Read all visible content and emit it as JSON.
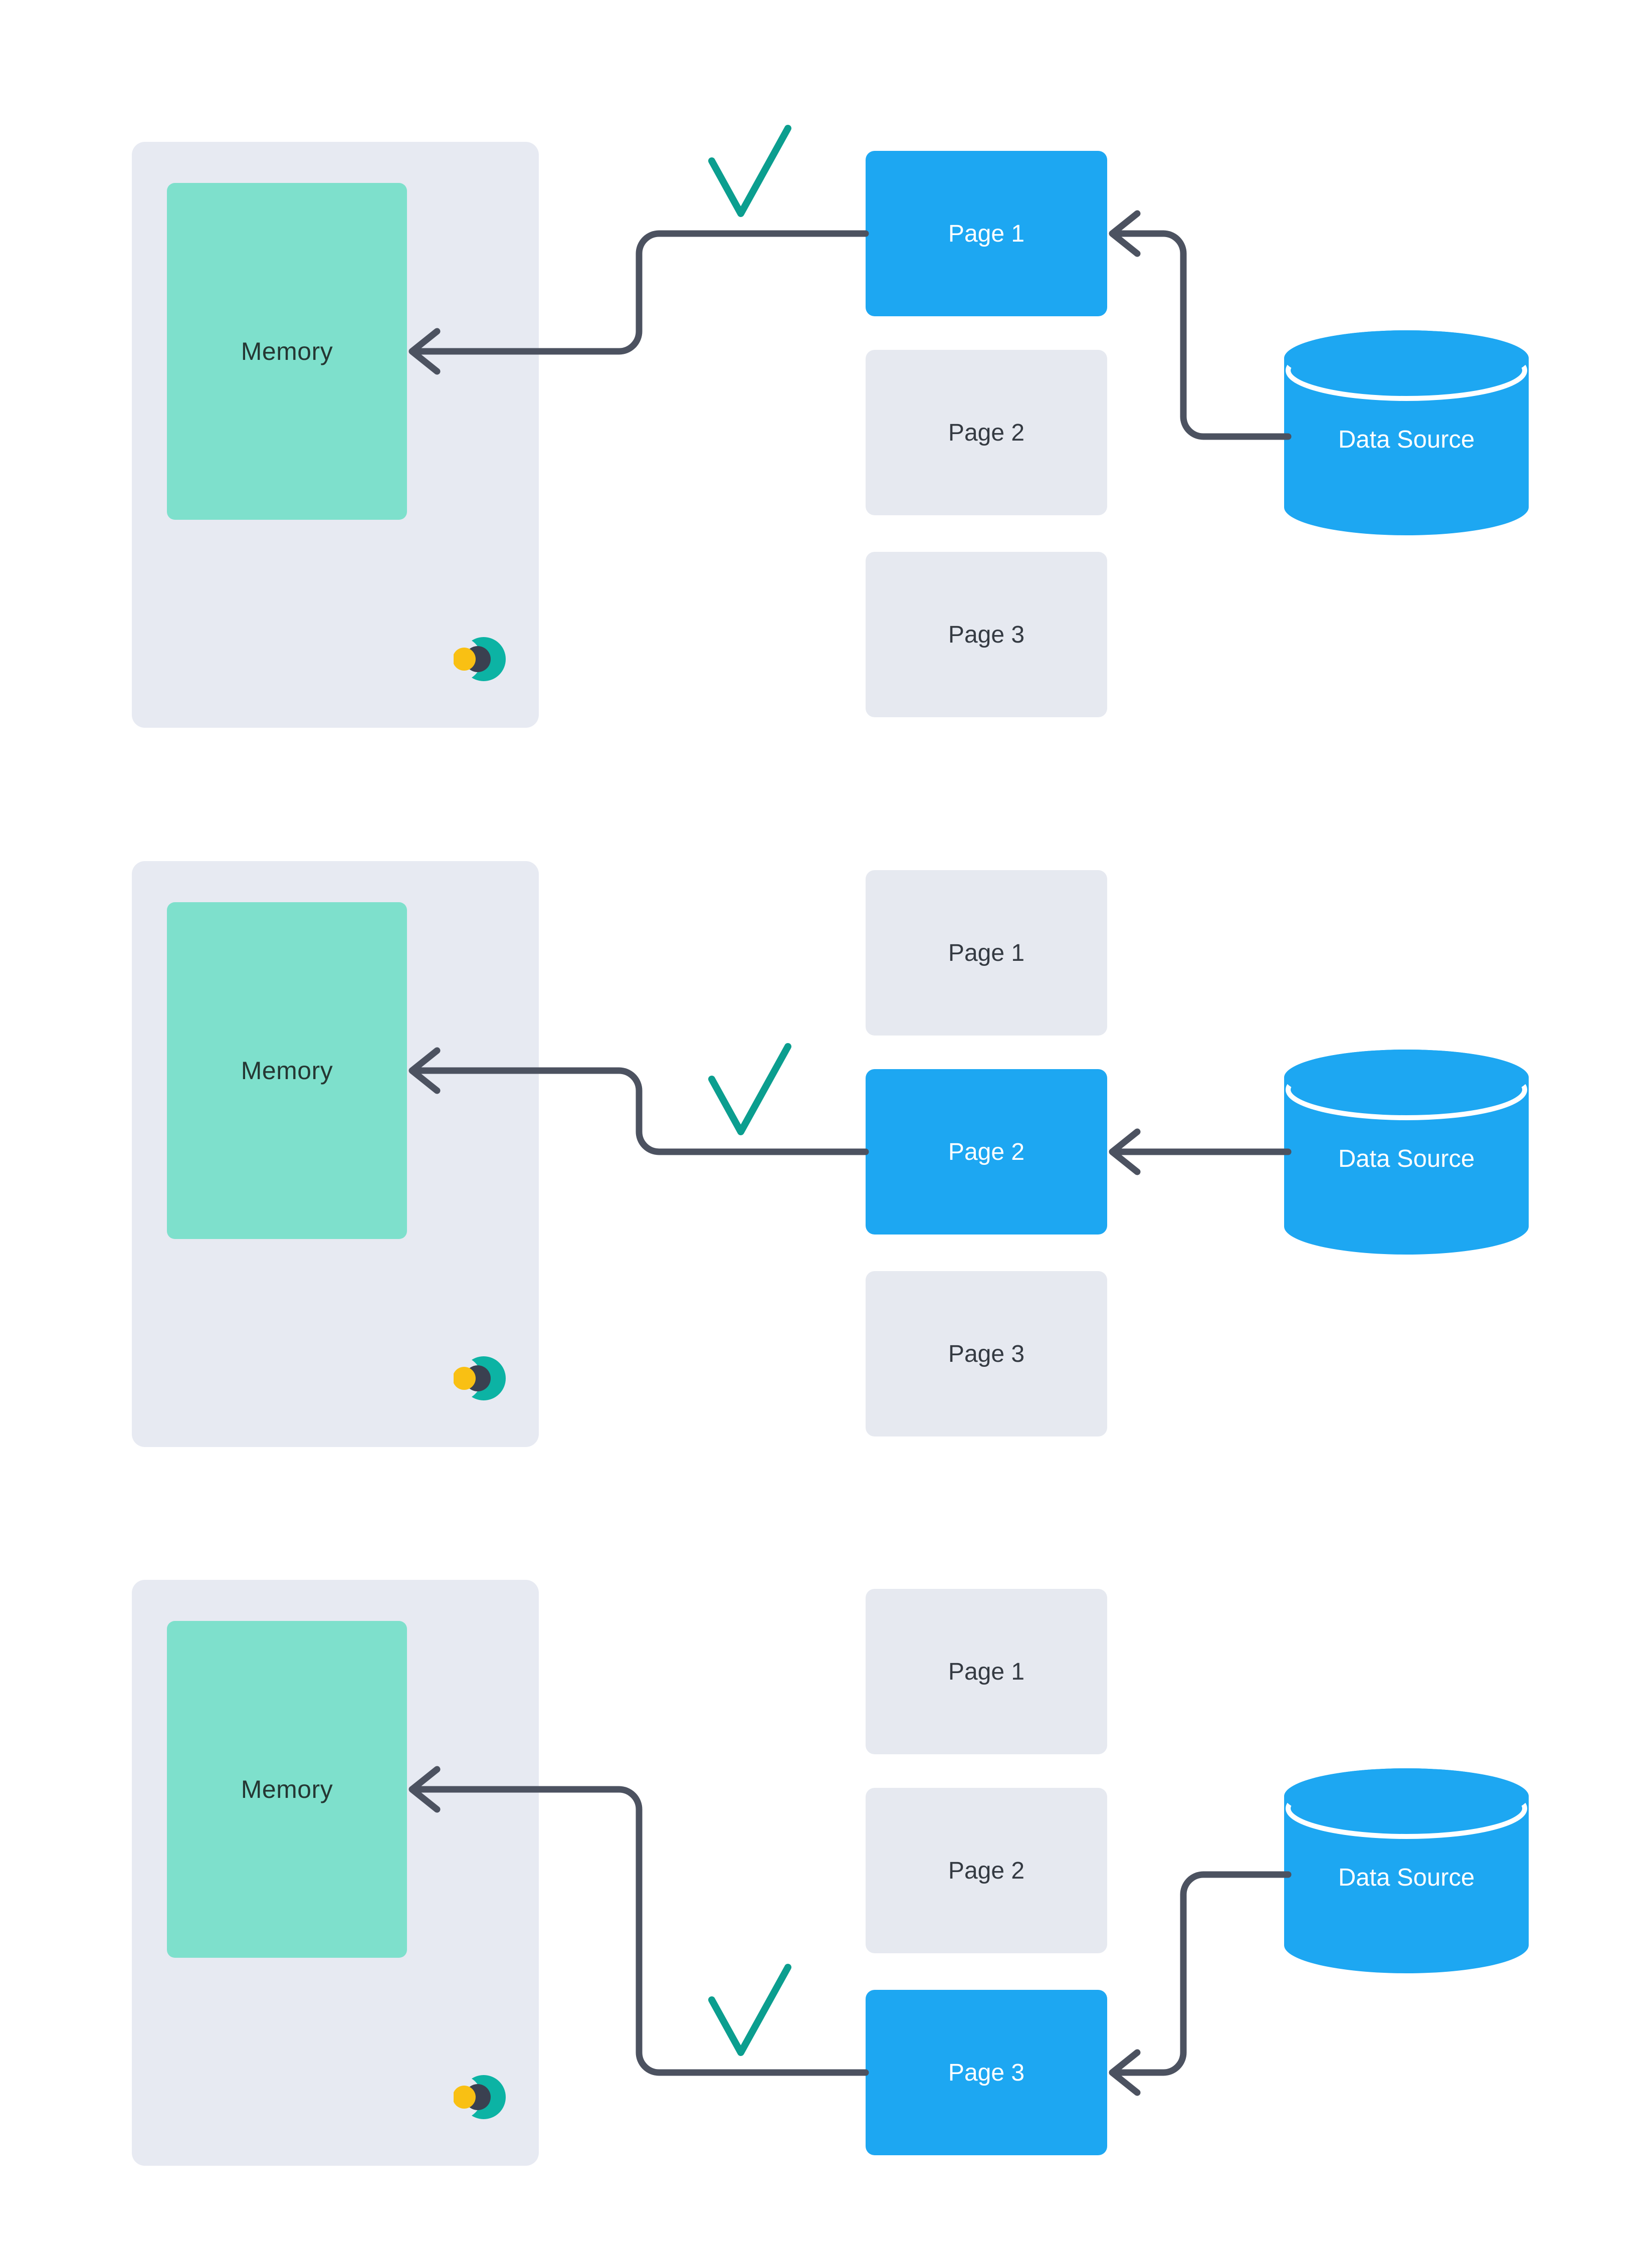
{
  "diagram": {
    "description": "Three-step pagination diagram: pages loaded one at a time from a data source into memory",
    "colors": {
      "page_active_blue": "#1DA7F2",
      "page_idle_gray": "#E6E9F0",
      "memory_teal": "#7EE0CC",
      "memory_container_gray": "#E7EAF2",
      "datasource_blue": "#1DA7F2",
      "connector_gray": "#4C5260",
      "check_teal": "#0B9E8F",
      "logo_teal": "#0CB3A4",
      "logo_dark": "#3A4050",
      "logo_yellow": "#F9C013",
      "memory_text": "#253733",
      "page_text": "#343A42",
      "datasource_text": "#FFFFFF"
    },
    "panels": [
      {
        "memory": {
          "label": "Memory"
        },
        "pages": [
          {
            "label": "Page 1",
            "active": true
          },
          {
            "label": "Page 2",
            "active": false
          },
          {
            "label": "Page 3",
            "active": false
          }
        ],
        "data_source": {
          "label": "Data Source"
        },
        "check": {
          "icon": "checkmark-icon",
          "marks_page": "Page 1"
        }
      },
      {
        "memory": {
          "label": "Memory"
        },
        "pages": [
          {
            "label": "Page 1",
            "active": false
          },
          {
            "label": "Page 2",
            "active": true
          },
          {
            "label": "Page 3",
            "active": false
          }
        ],
        "data_source": {
          "label": "Data Source"
        },
        "check": {
          "icon": "checkmark-icon",
          "marks_page": "Page 2"
        }
      },
      {
        "memory": {
          "label": "Memory"
        },
        "pages": [
          {
            "label": "Page 1",
            "active": false
          },
          {
            "label": "Page 2",
            "active": false
          },
          {
            "label": "Page 3",
            "active": true
          }
        ],
        "data_source": {
          "label": "Data Source"
        },
        "check": {
          "icon": "checkmark-icon",
          "marks_page": "Page 3"
        }
      }
    ]
  }
}
